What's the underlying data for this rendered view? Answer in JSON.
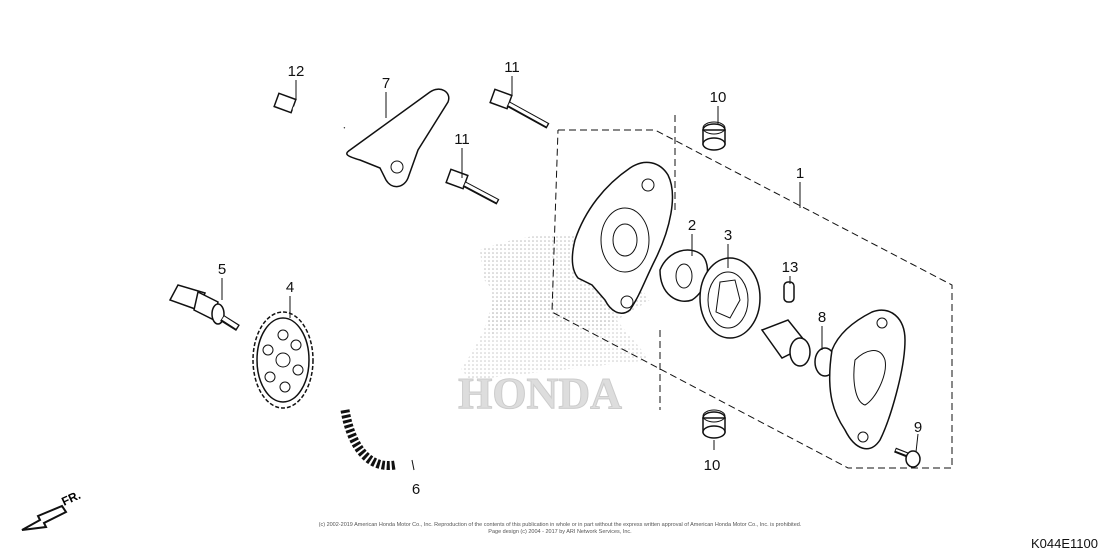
{
  "diagram": {
    "watermark": "HONDA",
    "direction_label": "FR.",
    "diagram_code": "K044E1100",
    "copyright_line1": "(c) 2002-2019 American Honda Motor Co., Inc. Reproduction of the contents of this publication in whole or in part without the express written approval of American Honda Motor Co., Inc. is prohibited.",
    "copyright_line2": "Page design (c) 2004 - 2017 by ARI Network Services, Inc.",
    "callouts": {
      "c1": "1",
      "c2": "2",
      "c3": "3",
      "c4": "4",
      "c5": "5",
      "c6": "6",
      "c7": "7",
      "c8": "8",
      "c9": "9",
      "c10a": "10",
      "c10b": "10",
      "c11a": "11",
      "c11b": "11",
      "c12": "12",
      "c13": "13"
    }
  }
}
